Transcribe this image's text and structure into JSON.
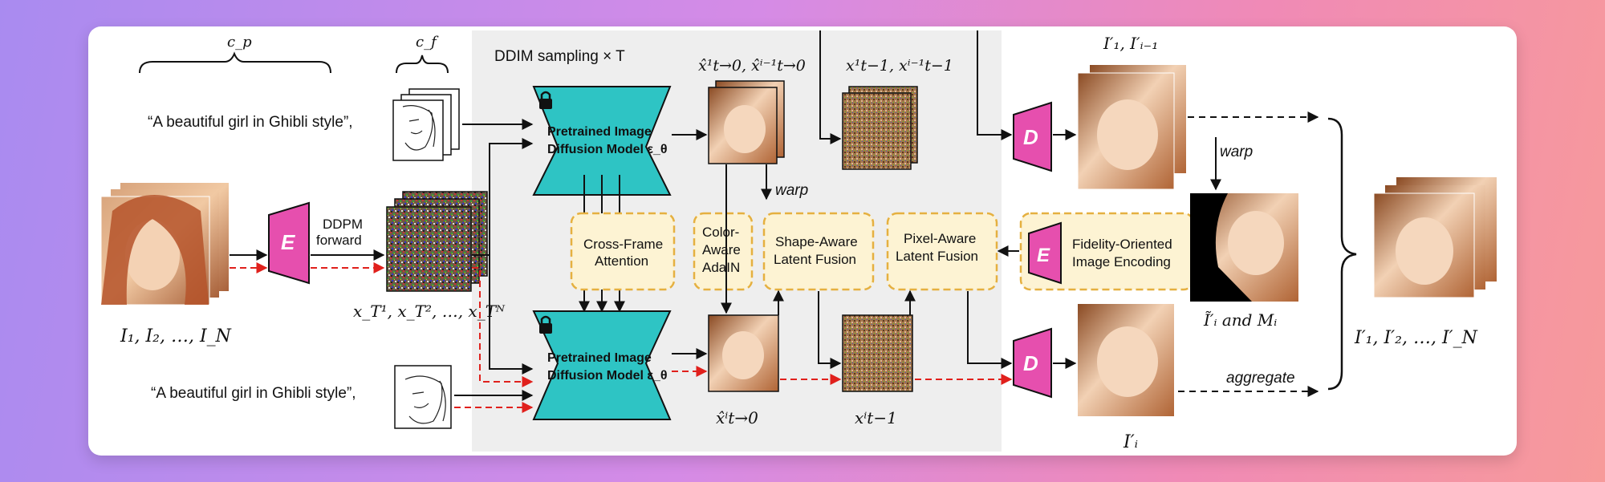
{
  "colors": {
    "card": "#ffffff",
    "panel": "#eeeeee",
    "teal": "#2ec4c4",
    "pink": "#e64fae",
    "moduleFill": "#fdf3d3",
    "moduleBorder": "#e5b040",
    "redArrow": "#e0201c"
  },
  "labels": {
    "cp": "c_p",
    "cf": "c_f",
    "prompt_top": "“A beautiful girl in Ghibli style”,",
    "prompt_bottom": "“A beautiful girl in Ghibli style”,",
    "ddim": "DDIM sampling × T",
    "ddpm1": "DDPM",
    "ddpm2": "forward",
    "input_frames": "I₁, I₂, …, I_N",
    "noise_frames": "x_T¹, x_T², …, x_Tᴺ",
    "xhat_top": "x̂¹t→0, x̂ⁱ⁻¹t→0",
    "xprev_top": "x¹t−1, xⁱ⁻¹t−1",
    "xhat_bottom": "x̂ⁱt→0",
    "xprev_bottom": "xⁱt−1",
    "out_prev": "I′₁, I′ᵢ₋₁",
    "out_cur": "I′ᵢ",
    "warped": "Ĩ′ᵢ and Mᵢ",
    "final": "I′₁, I′₂, …, I′_N",
    "warp_mid": "warp",
    "warp_right": "warp",
    "aggregate": "aggregate",
    "encoder": "E",
    "decoder": "D"
  },
  "models": {
    "top_line1": "Pretrained Image",
    "top_line2": "Diffusion Model ε_θ",
    "bottom_line1": "Pretrained Image",
    "bottom_line2": "Diffusion Model ε_θ"
  },
  "modules": {
    "cross_frame_1": "Cross-Frame",
    "cross_frame_2": "Attention",
    "color_1": "Color-",
    "color_2": "Aware",
    "color_3": "AdaIN",
    "shape_1": "Shape-Aware",
    "shape_2": "Latent Fusion",
    "pixel_1": "Pixel-Aware",
    "pixel_2": "Latent Fusion",
    "fidelity_1": "Fidelity-Oriented",
    "fidelity_2": "Image Encoding"
  }
}
